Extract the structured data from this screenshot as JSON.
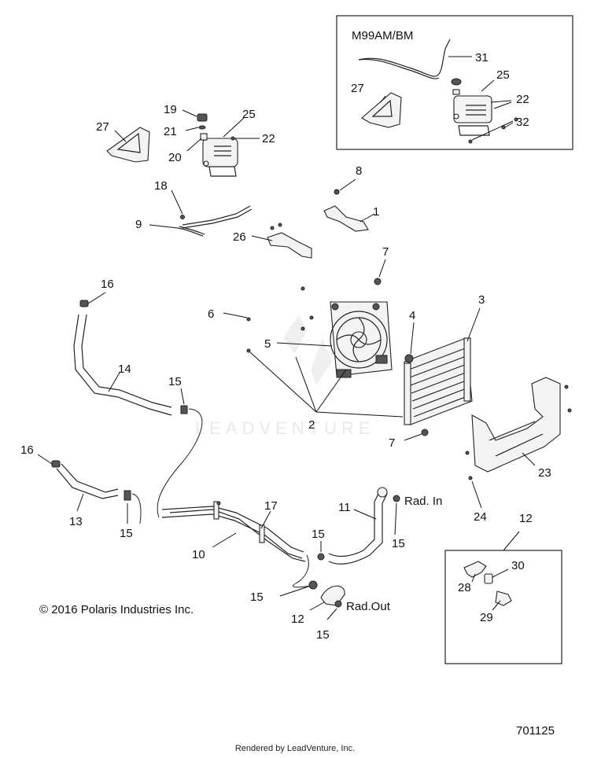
{
  "diagram": {
    "inset_title": "M99AM/BM",
    "copyright": "© 2016 Polaris Industries Inc.",
    "drawing_number": "701125",
    "footer": "Rendered by LeadVenture, Inc.",
    "watermark": "LEADVENTURE",
    "labels": {
      "rad_in": "Rad. In",
      "rad_out": "Rad.Out"
    },
    "callouts": {
      "c1": "1",
      "c2": "2",
      "c3": "3",
      "c4": "4",
      "c5": "5",
      "c6": "6",
      "c7a": "7",
      "c7b": "7",
      "c8": "8",
      "c9": "9",
      "c10": "10",
      "c11": "11",
      "c12a": "12",
      "c12b": "12",
      "c13": "13",
      "c14": "14",
      "c15a": "15",
      "c15b": "15",
      "c15c": "15",
      "c15d": "15",
      "c15e": "15",
      "c15f": "15",
      "c16a": "16",
      "c16b": "16",
      "c17": "17",
      "c18": "18",
      "c19": "19",
      "c20": "20",
      "c21": "21",
      "c22a": "22",
      "c22b": "22",
      "c23": "23",
      "c24": "24",
      "c25a": "25",
      "c25b": "25",
      "c26": "26",
      "c27a": "27",
      "c27b": "27",
      "c28": "28",
      "c29": "29",
      "c30": "30",
      "c31": "31",
      "c32": "32"
    }
  }
}
